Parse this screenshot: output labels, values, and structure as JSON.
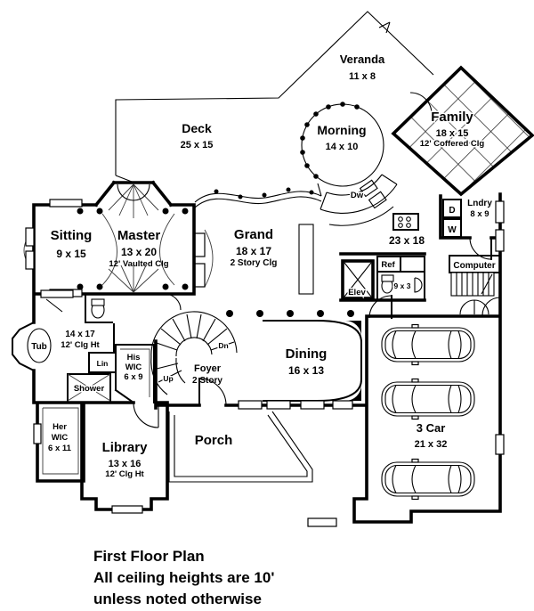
{
  "plan": {
    "rooms": {
      "veranda": {
        "name": "Veranda",
        "dims": "11 x 8"
      },
      "deck": {
        "name": "Deck",
        "dims": "25 x 15"
      },
      "morning": {
        "name": "Morning",
        "dims": "14 x 10"
      },
      "family": {
        "name": "Family",
        "dims": "18 x 15",
        "ceiling": "12' Coffered Clg"
      },
      "sitting": {
        "name": "Sitting",
        "dims": "9 x 15"
      },
      "master": {
        "name": "Master",
        "dims": "13 x 20",
        "ceiling": "12' Vaulted Clg"
      },
      "grand": {
        "name": "Grand",
        "dims": "18 x 17",
        "ceiling": "2 Story Clg"
      },
      "kitchen": {
        "dims": "23 x 18"
      },
      "laundry": {
        "name": "Lndry",
        "dims": "8 x 9"
      },
      "computer": {
        "name": "Computer"
      },
      "elevator": {
        "name": "Elev"
      },
      "refrigerator": {
        "name": "Ref"
      },
      "powder": {
        "dims": "9 x 3"
      },
      "dining": {
        "name": "Dining",
        "dims": "16 x 13"
      },
      "foyer": {
        "name": "Foyer",
        "ceiling": "2 Story"
      },
      "his_wic": {
        "line1": "His",
        "line2": "WIC",
        "dims": "6 x 9"
      },
      "master_bath": {
        "dims": "14 x 17",
        "ceiling": "12' Clg Ht"
      },
      "tub": {
        "name": "Tub"
      },
      "linen": {
        "name": "Lin"
      },
      "shower": {
        "name": "Shower"
      },
      "her_wic": {
        "line1": "Her",
        "line2": "WIC",
        "dims": "6 x 11"
      },
      "library": {
        "name": "Library",
        "dims": "13 x 16",
        "ceiling": "12' Clg Ht"
      },
      "porch": {
        "name": "Porch"
      },
      "garage": {
        "name": "3 Car",
        "dims": "21 x 32"
      }
    },
    "fixtures": {
      "dishwasher": "Dw",
      "dryer": "D",
      "washer": "W"
    },
    "stairs": {
      "up": "Up",
      "down": "Dn"
    },
    "footer": {
      "line1": "First Floor Plan",
      "line2": "All ceiling heights are 10'",
      "line3": "unless noted otherwise"
    },
    "colors": {
      "ink": "#000000",
      "paper": "#ffffff"
    }
  }
}
